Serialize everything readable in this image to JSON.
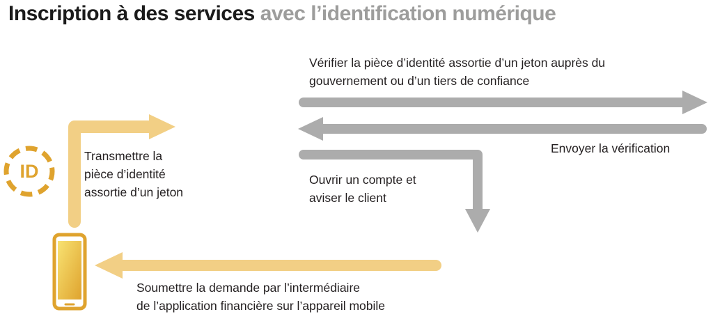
{
  "title": {
    "main": "Inscription à des services",
    "accent": "avec l’identification numérique"
  },
  "colors": {
    "background": "#FFFFFF",
    "text": "#231F20",
    "title_accent": "#9D9D9C",
    "gray_arrow": "#ACACAC",
    "gold": "#DFA32E",
    "gold_light": "#F2CF85",
    "screen_light": "#F8E272"
  },
  "icons": {
    "id_token_label": "ID"
  },
  "steps": {
    "transmit_lines": [
      "Transmettre la",
      "pièce d’identité",
      "assortie d’un jeton"
    ],
    "verify_lines": [
      "Vérifier la pièce d’identité assortie d’un jeton auprès du",
      "gouvernement ou d’un tiers de confiance"
    ],
    "send_verification": "Envoyer la vérification",
    "open_account_lines": [
      "Ouvrir un compte et",
      "aviser le client"
    ],
    "submit_lines": [
      "Soumettre la demande par l’intermédiaire",
      "de l’application financière sur l’appareil mobile"
    ]
  }
}
